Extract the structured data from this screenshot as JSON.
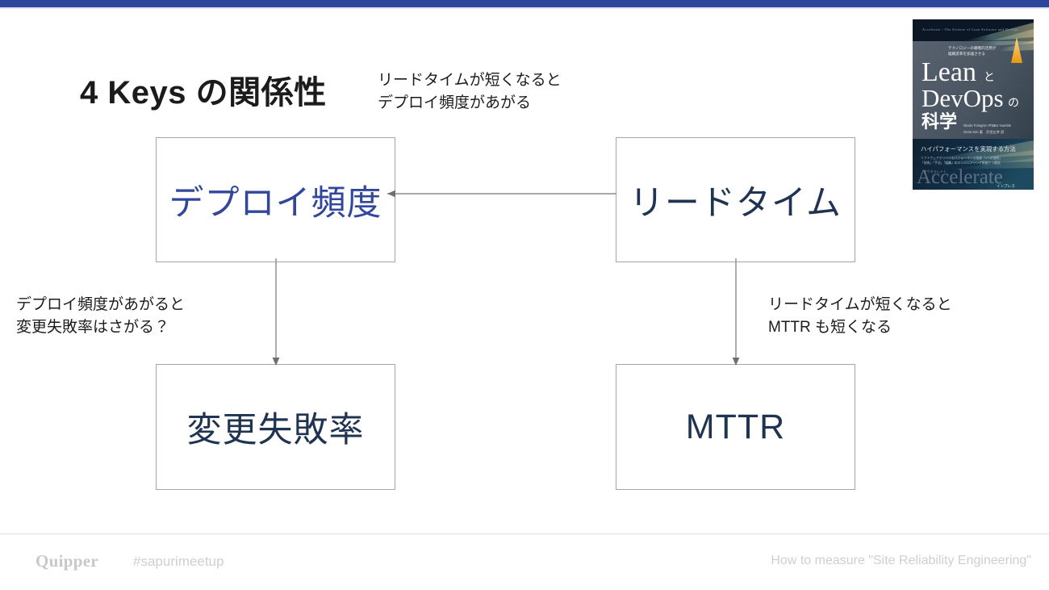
{
  "slide": {
    "title": "4 Keys の関係性",
    "accent_color": "#2b459b",
    "background": "#ffffff"
  },
  "annotations": [
    {
      "id": "leadtime-to-deploy",
      "text": "リードタイムが短くなると\nデプロイ頻度があがる"
    },
    {
      "id": "deploy-to-cfr",
      "text": "デプロイ頻度があがると\n変更失敗率はさがる？"
    },
    {
      "id": "leadtime-to-mttr",
      "text": "リードタイムが短くなると\nMTTR も短くなる"
    }
  ],
  "boxes": [
    {
      "id": "deploy-frequency",
      "label": "デプロイ頻度",
      "text_color": "#31479b",
      "border_color": "#a6a6a6"
    },
    {
      "id": "lead-time",
      "label": "リードタイム",
      "text_color": "#1f3352",
      "border_color": "#a6a6a6"
    },
    {
      "id": "change-failure-rate",
      "label": "変更失敗率",
      "text_color": "#1f3352",
      "border_color": "#a6a6a6"
    },
    {
      "id": "mttr",
      "label": "MTTR",
      "text_color": "#1f3352",
      "border_color": "#a6a6a6"
    }
  ],
  "connectors": [
    {
      "id": "leadtime-to-deploy-arrow",
      "from": "lead-time",
      "to": "deploy-frequency",
      "direction": "left"
    },
    {
      "id": "deploy-to-cfr-arrow",
      "from": "deploy-frequency",
      "to": "change-failure-rate",
      "direction": "down"
    },
    {
      "id": "leadtime-to-mttr-arrow",
      "from": "lead-time",
      "to": "mttr",
      "direction": "down"
    }
  ],
  "book_cover": {
    "name": "lean-devops-book-cover",
    "title_line1": "Lean と",
    "title_line2": "DevOps の",
    "title_line3": "科学",
    "subtitle": "テクノロジーの戦略的活用が組織変革を加速する",
    "banner_text": "ハイパフォーマンスを実現する方法",
    "banner_sub": "ソフトウェアデリバリのパフォーマンス指標\n「4つの指標」を測定し改善するための実践ガイド",
    "bottom_title": "Accelerate",
    "bottom_kana": "アクセラレイト",
    "publisher": "インプレス",
    "top_strip": "Accelerate : The Science of Lean Software and DevOps"
  },
  "footer": {
    "logo": "Quipper",
    "hashtag": "#sapurimeetup",
    "right_text": "How to measure \"Site Reliability Engineering\""
  }
}
